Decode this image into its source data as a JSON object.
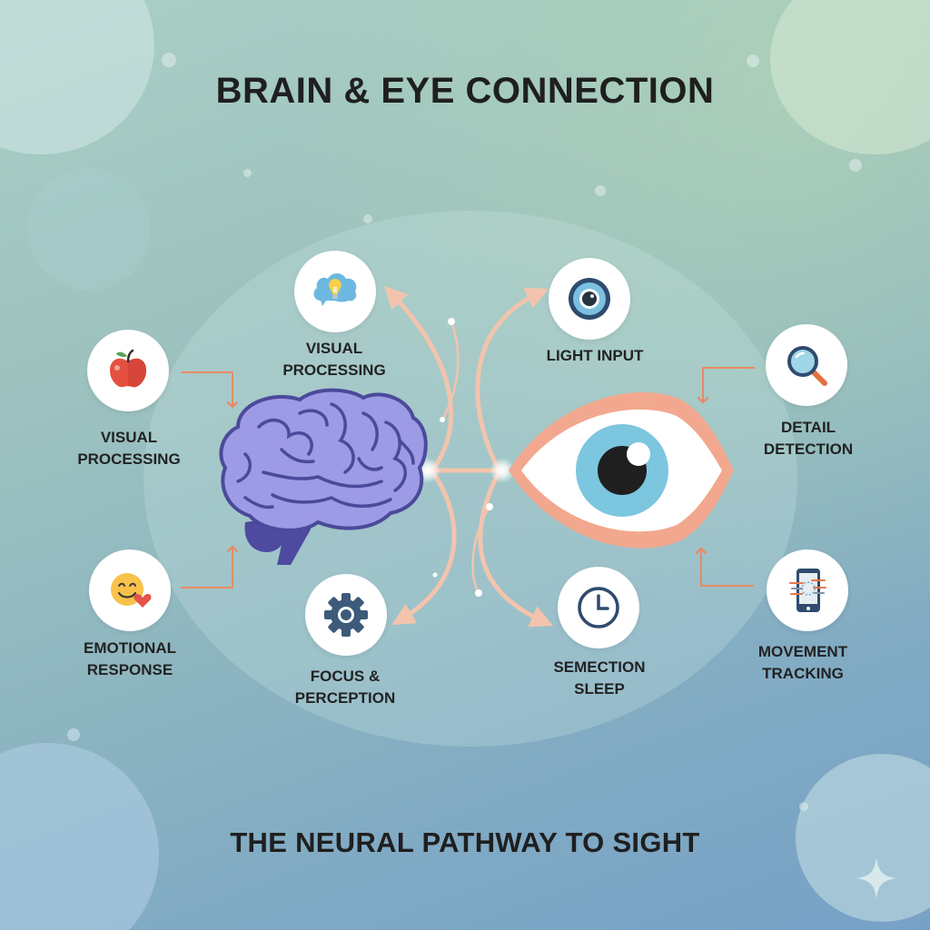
{
  "title": "BRAIN & EYE CONNECTION",
  "subtitle": "THE NEURAL PATHWAY TO SIGHT",
  "colors": {
    "title_text": "#1f1f1f",
    "connector_orange": "#e88a64",
    "pathway_peach": "#f2c4ad",
    "brain_fill": "#9d9ae6",
    "brain_outline": "#4b4a9a",
    "eye_lid": "#f2a88e",
    "eye_iris": "#7cc6df",
    "icon_navy": "#2f4b6e"
  },
  "center": {
    "brain": {
      "name": "brain-illustration"
    },
    "eye": {
      "name": "eye-illustration"
    }
  },
  "nodes": [
    {
      "id": "apple",
      "icon": "apple-icon",
      "line1": "VISUAL",
      "line2": "PROCESSING"
    },
    {
      "id": "emotion",
      "icon": "smiley-heart-icon",
      "line1": "EMOTIONAL",
      "line2": "RESPONSE"
    },
    {
      "id": "idea",
      "icon": "lightbulb-bubble-icon",
      "line1": "VISUAL",
      "line2": "PROCESSING"
    },
    {
      "id": "gear",
      "icon": "gear-icon",
      "line1": "FOCUS &",
      "line2": "PERCEPTION"
    },
    {
      "id": "light",
      "icon": "eye-lens-icon",
      "line1": "LIGHT INPUT",
      "line2": ""
    },
    {
      "id": "clock",
      "icon": "clock-icon",
      "line1": "SEMECTION",
      "line2": "SLEEP"
    },
    {
      "id": "detail",
      "icon": "magnifier-icon",
      "line1": "DETAIL",
      "line2": "DETECTION"
    },
    {
      "id": "movement",
      "icon": "phone-motion-icon",
      "line1": "MOVEMENT",
      "line2": "TRACKING"
    }
  ],
  "decor": {
    "sparkle_icon": "sparkle-icon"
  }
}
